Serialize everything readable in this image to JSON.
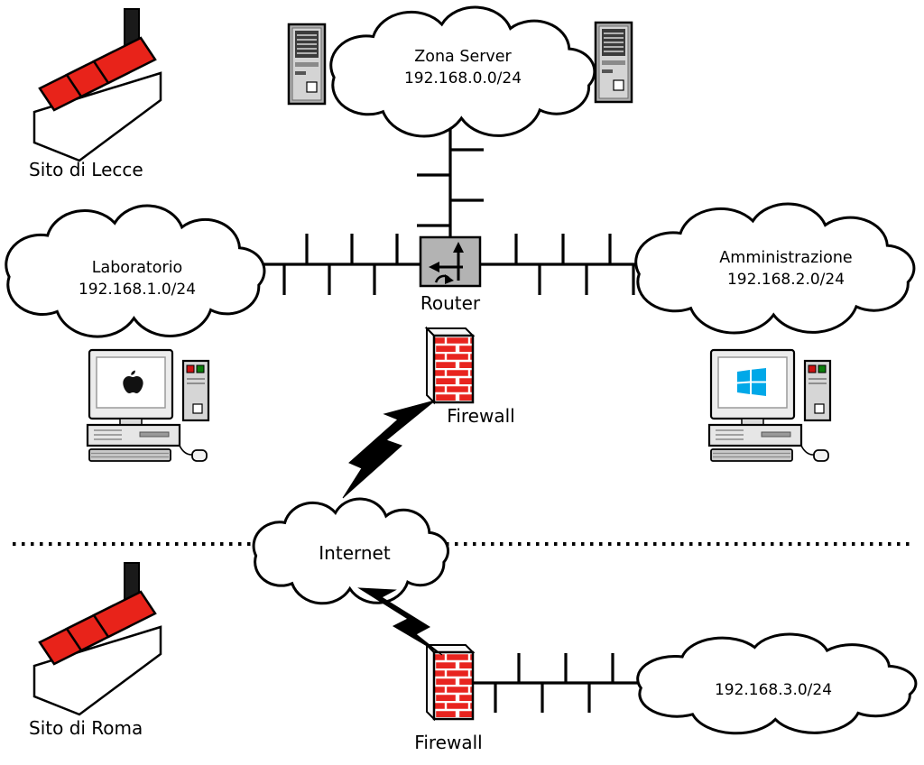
{
  "colors": {
    "factory_red": "#e8231a",
    "brick_red": "#e8241f",
    "router_gray": "#b3b3b3",
    "windows_blue": "#00a8e8",
    "server_gray": "#b0b0b0"
  },
  "sites": {
    "lecce": {
      "label": "Sito di Lecce"
    },
    "roma": {
      "label": "Sito di Roma"
    }
  },
  "networks": {
    "zona_server": {
      "label": "Zona Server",
      "subnet": "192.168.0.0/24"
    },
    "laboratorio": {
      "label": "Laboratorio",
      "subnet": "192.168.1.0/24"
    },
    "amministrazione": {
      "label": "Amministrazione",
      "subnet": "192.168.2.0/24"
    },
    "internet": {
      "label": "Internet"
    },
    "roma_lan": {
      "subnet": "192.168.3.0/24"
    }
  },
  "devices": {
    "router": {
      "label": "Router"
    },
    "firewall_nord": {
      "label": "Firewall"
    },
    "firewall_sud": {
      "label": "Firewall"
    }
  }
}
